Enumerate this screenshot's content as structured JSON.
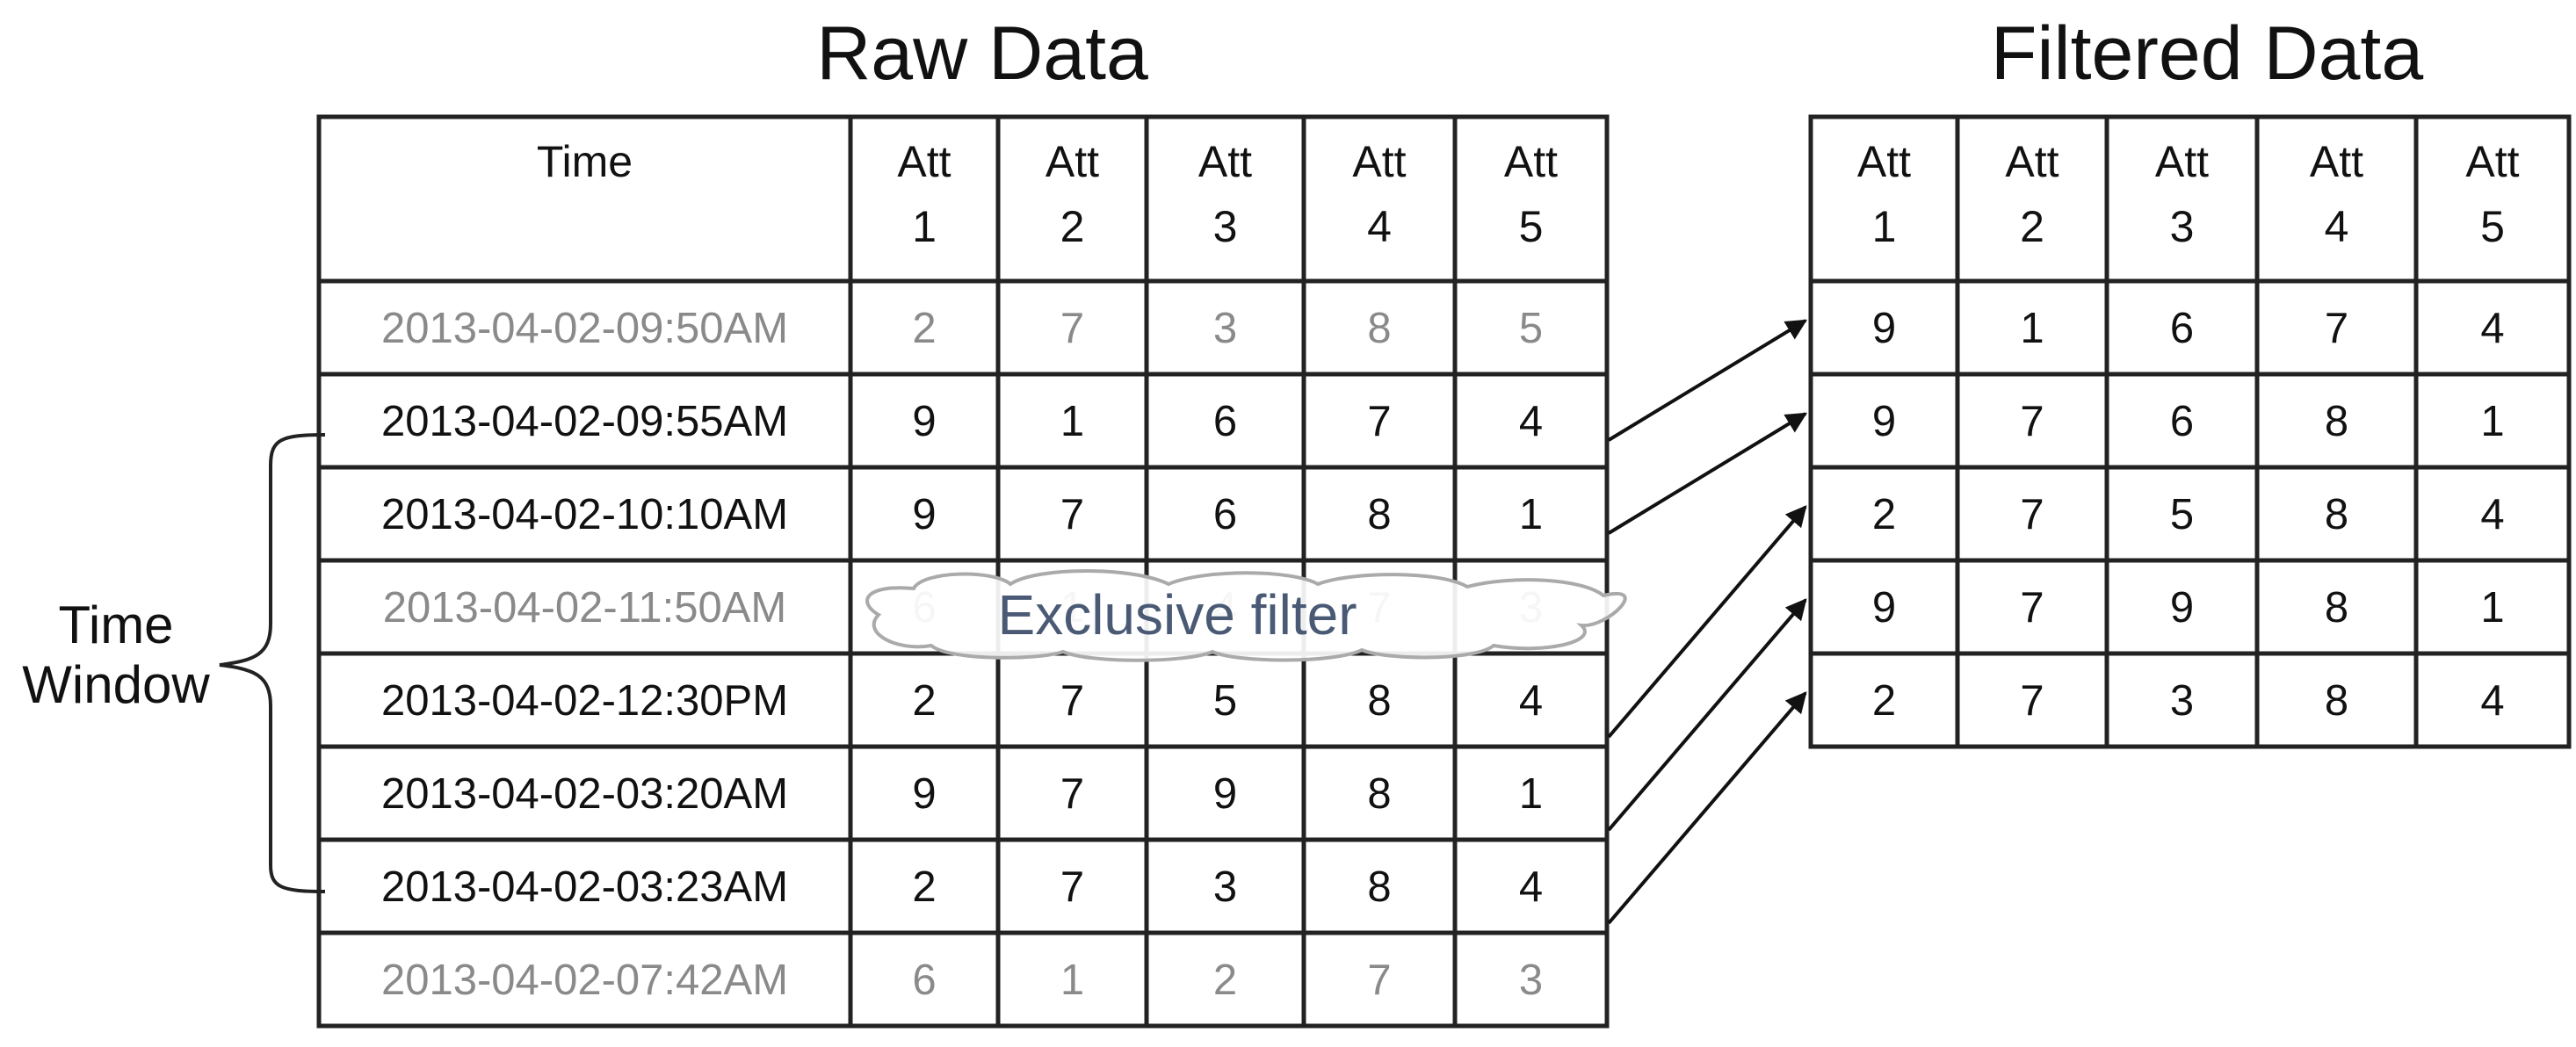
{
  "raw_table": {
    "title": "Raw Data",
    "columns": [
      "Time",
      "Att 1",
      "Att 2",
      "Att 3",
      "Att 4",
      "Att 5"
    ],
    "rows": [
      {
        "time": "2013-04-02-09:50AM",
        "values": [
          "2",
          "7",
          "3",
          "8",
          "5"
        ],
        "in_window": false
      },
      {
        "time": "2013-04-02-09:55AM",
        "values": [
          "9",
          "1",
          "6",
          "7",
          "4"
        ],
        "in_window": true
      },
      {
        "time": "2013-04-02-10:10AM",
        "values": [
          "9",
          "7",
          "6",
          "8",
          "1"
        ],
        "in_window": true
      },
      {
        "time": "2013-04-02-11:50AM",
        "values": [
          "6",
          "1",
          "4",
          "7",
          "3"
        ],
        "in_window": false
      },
      {
        "time": "2013-04-02-12:30PM",
        "values": [
          "2",
          "7",
          "5",
          "8",
          "4"
        ],
        "in_window": true
      },
      {
        "time": "2013-04-02-03:20AM",
        "values": [
          "9",
          "7",
          "9",
          "8",
          "1"
        ],
        "in_window": true
      },
      {
        "time": "2013-04-02-03:23AM",
        "values": [
          "2",
          "7",
          "3",
          "8",
          "4"
        ],
        "in_window": true
      },
      {
        "time": "2013-04-02-07:42AM",
        "values": [
          "6",
          "1",
          "2",
          "7",
          "3"
        ],
        "in_window": false
      }
    ]
  },
  "filtered_table": {
    "title": "Filtered Data",
    "columns": [
      "Att 1",
      "Att 2",
      "Att 3",
      "Att 4",
      "Att 5"
    ],
    "rows": [
      [
        "9",
        "1",
        "6",
        "7",
        "4"
      ],
      [
        "9",
        "7",
        "6",
        "8",
        "1"
      ],
      [
        "2",
        "7",
        "5",
        "8",
        "4"
      ],
      [
        "9",
        "7",
        "9",
        "8",
        "1"
      ],
      [
        "2",
        "7",
        "3",
        "8",
        "4"
      ]
    ]
  },
  "time_window_label": [
    "Time",
    "Window"
  ],
  "filter_label": "Exclusive filter",
  "colors": {
    "text": "#111111",
    "excluded_text": "#8a8a8a",
    "grid": "#222222",
    "cloud_fill": "#ffffff",
    "cloud_stroke": "#aaaaaa",
    "filter_text": "#4a5a75"
  }
}
